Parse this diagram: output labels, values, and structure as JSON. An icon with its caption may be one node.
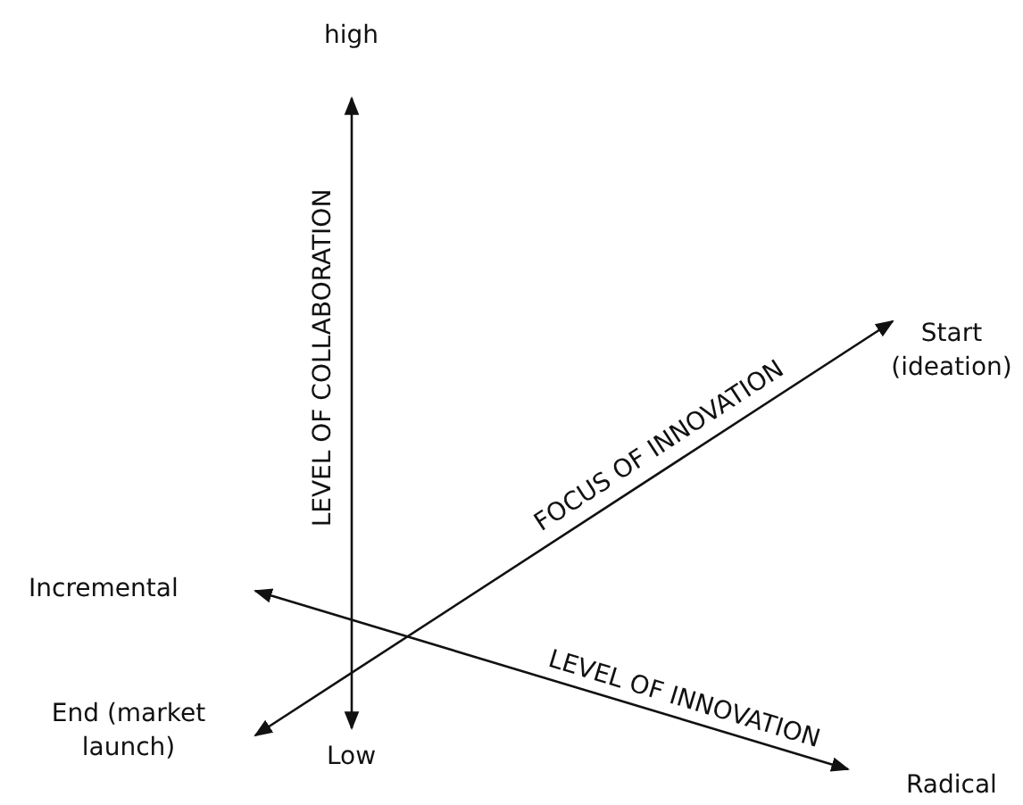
{
  "diagram": {
    "labels": [
      "high",
      "LEVEL OF COLLABORATION",
      "Start (ideation)",
      "FOCUS OF INNOVATION",
      "Incremental",
      "LEVEL OF INNOVATION",
      "End (market launch)",
      "Low",
      "Radical"
    ]
  }
}
